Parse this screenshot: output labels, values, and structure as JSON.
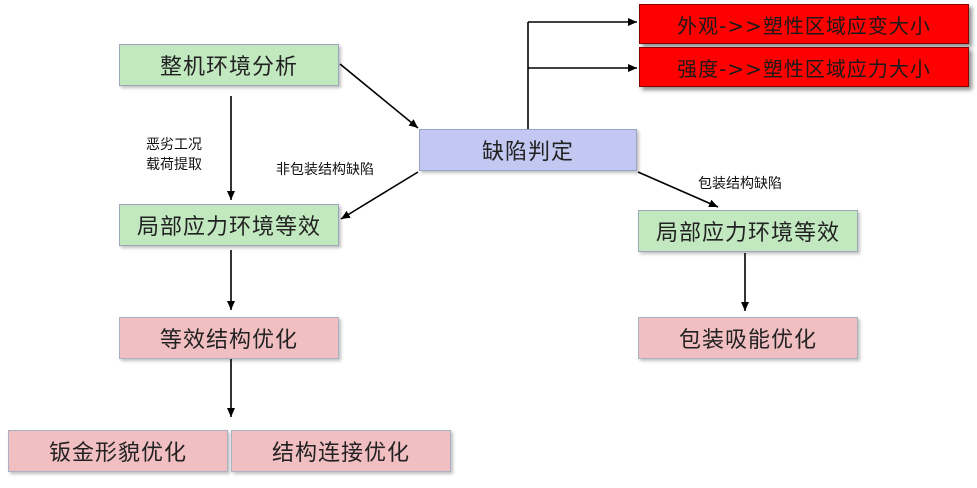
{
  "nodes": {
    "whole_env": "整机环境分析",
    "defect_judge": "缺陷判定",
    "local_stress_left": "局部应力环境等效",
    "local_stress_right": "局部应力环境等效",
    "equiv_struct_opt": "等效结构优化",
    "pack_absorb_opt": "包装吸能优化",
    "sheet_metal_opt": "钣金形貌优化",
    "struct_conn_opt": "结构连接优化",
    "appearance": "外观->>塑性区域应变大小",
    "strength": "强度->>塑性区域应力大小"
  },
  "edge_labels": {
    "harsh_line1": "恶劣工况",
    "harsh_line2": "载荷提取",
    "non_pack_defect": "非包装结构缺陷",
    "pack_defect": "包装结构缺陷"
  },
  "colors": {
    "green": "#c2e8c0",
    "pink": "#f1bfc2",
    "blue": "#c3c8f2",
    "red": "#ff0000"
  }
}
